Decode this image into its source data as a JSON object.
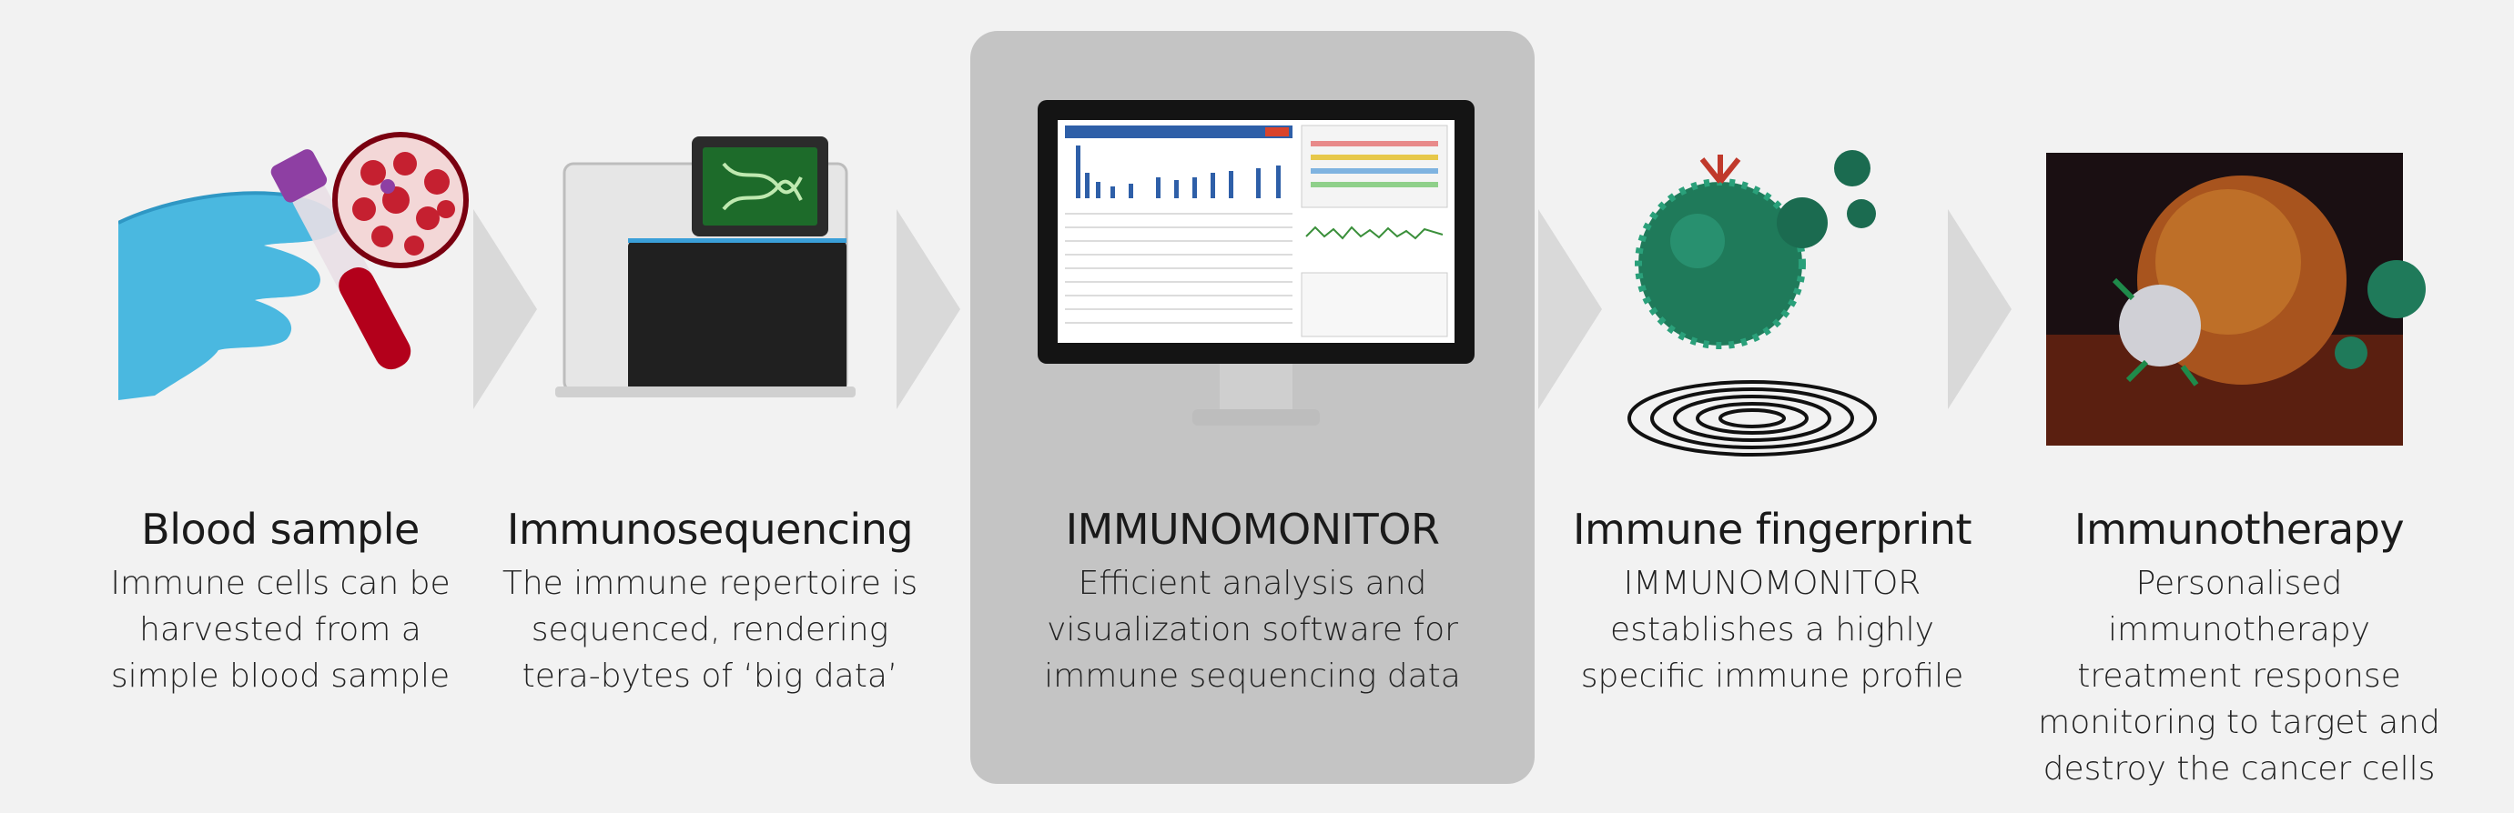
{
  "steps": [
    {
      "title": "Blood sample",
      "desc": [
        "Immune cells can be",
        "harvested from a",
        "simple blood sample"
      ]
    },
    {
      "title": "Immunosequencing",
      "desc": [
        "The immune repertoire is",
        "sequenced, rendering",
        "tera-bytes of ‘big data’"
      ]
    },
    {
      "title": "IMMUNOMONITOR",
      "desc": [
        "Efficient analysis and",
        "visualization software for",
        "immune sequencing data"
      ]
    },
    {
      "title": "Immune fingerprint",
      "desc": [
        "IMMUNOMONITOR",
        "establishes a highly",
        "specific immune profile"
      ]
    },
    {
      "title": "Immunotherapy",
      "desc": [
        "Personalised immunotherapy",
        "treatment response",
        "monitoring to target and",
        "destroy the cancer cells"
      ]
    }
  ],
  "colors": {
    "background": "#f2f2f2",
    "highlight_panel": "#c4c4c4",
    "arrow": "#d9d9d9",
    "glove": "#4ab8e0"
  }
}
